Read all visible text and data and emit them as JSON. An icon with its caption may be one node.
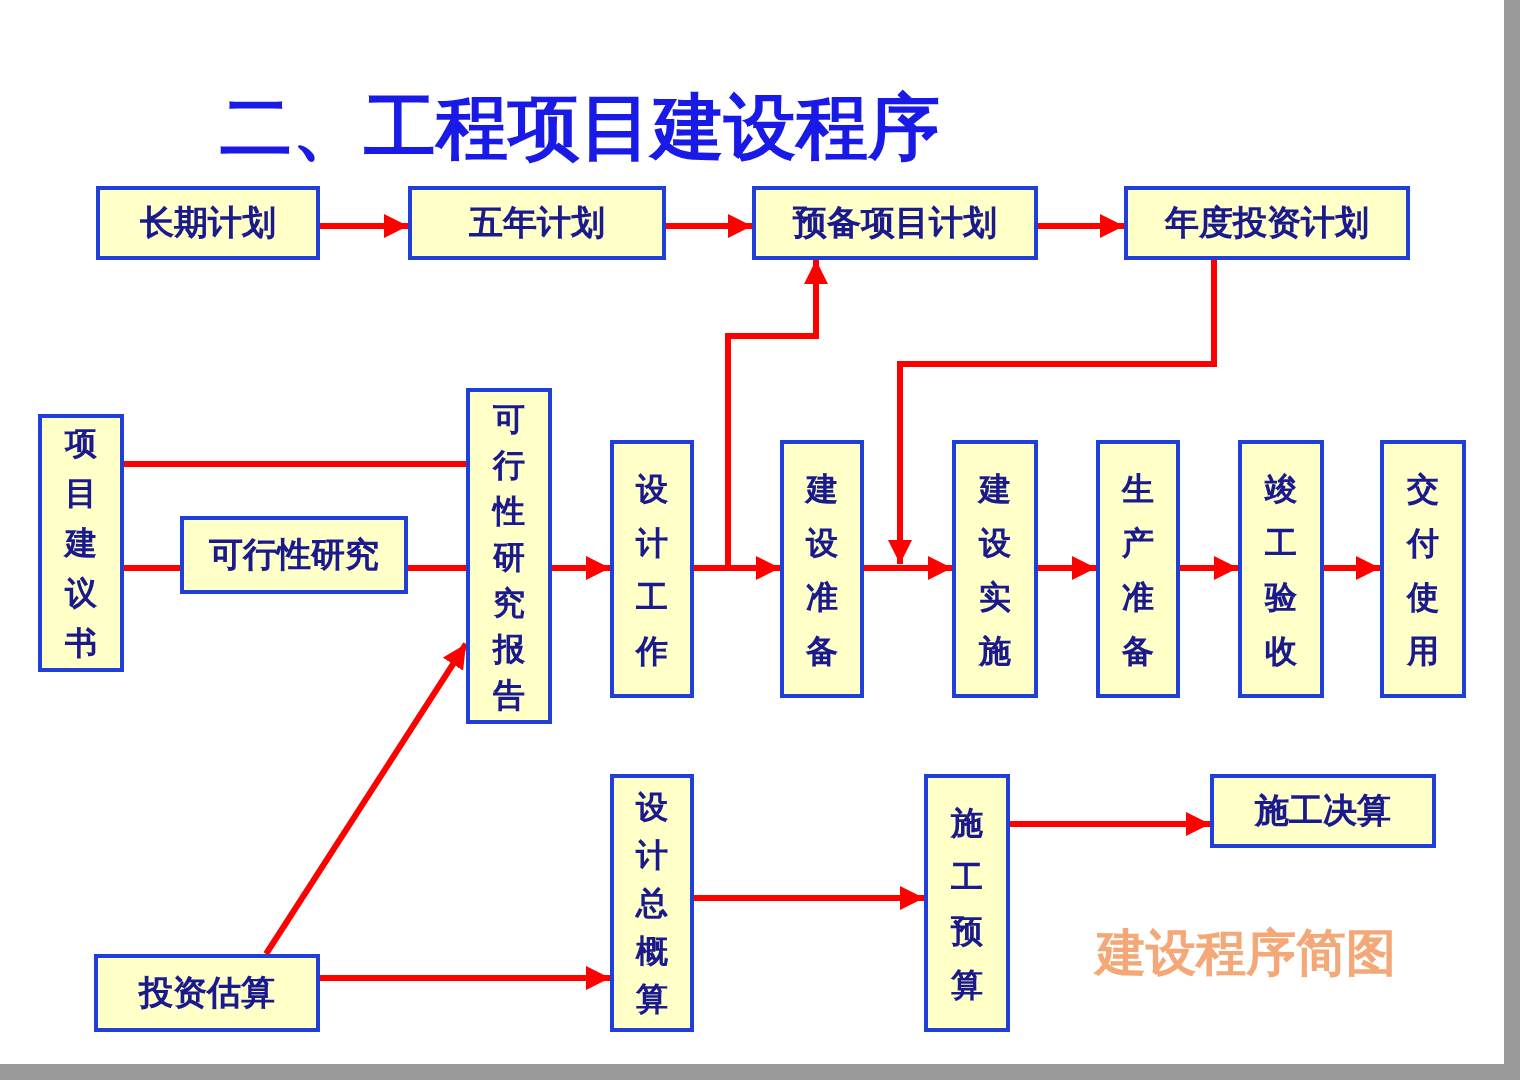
{
  "diagram": {
    "title": "二、工程项目建设程序",
    "nodes": [
      {
        "text": [
          "长期计划"
        ]
      },
      {
        "text": [
          "五年计划"
        ]
      },
      {
        "text": [
          "预备项目计划"
        ]
      },
      {
        "text": [
          "年度投资计划"
        ]
      },
      {
        "text": [
          "项目建议书"
        ]
      },
      {
        "text": [
          "可行性研究"
        ]
      },
      {
        "text": [
          "可行性研究报告"
        ]
      },
      {
        "text": [
          "设计工作"
        ]
      },
      {
        "text": [
          "建设准备"
        ]
      },
      {
        "text": [
          "建设实施"
        ]
      },
      {
        "text": [
          "生产准备"
        ]
      },
      {
        "text": [
          "竣工验收"
        ]
      },
      {
        "text": [
          "交付使用"
        ]
      },
      {
        "text": [
          "投资估算"
        ]
      },
      {
        "text": [
          "设计总概算"
        ]
      },
      {
        "text": [
          "施工预算"
        ]
      },
      {
        "text": [
          "施工决算"
        ]
      }
    ],
    "edges": [
      {
        "from": 0,
        "to": 1,
        "arrow": "to"
      },
      {
        "from": 1,
        "to": 2,
        "arrow": "to"
      },
      {
        "from": 2,
        "to": 3,
        "arrow": "to"
      },
      {
        "from": 4,
        "to": 6,
        "arrow": "none"
      },
      {
        "from": 4,
        "to": 5,
        "arrow": "none"
      },
      {
        "from": 5,
        "to": 6,
        "arrow": "none"
      },
      {
        "from": 6,
        "to": 7,
        "arrow": "to"
      },
      {
        "from": 7,
        "to": 8,
        "arrow": "to"
      },
      {
        "from": 7,
        "to": 2,
        "arrow": "to"
      },
      {
        "from": 3,
        "to": 9,
        "arrow": "to"
      },
      {
        "from": 8,
        "to": 9,
        "arrow": "to"
      },
      {
        "from": 9,
        "to": 10,
        "arrow": "to"
      },
      {
        "from": 10,
        "to": 11,
        "arrow": "to"
      },
      {
        "from": 11,
        "to": 12,
        "arrow": "to"
      },
      {
        "from": 13,
        "to": 6,
        "arrow": "to"
      },
      {
        "from": 13,
        "to": 14,
        "arrow": "to"
      },
      {
        "from": 14,
        "to": 15,
        "arrow": "to"
      },
      {
        "from": 15,
        "to": 16,
        "arrow": "to"
      }
    ],
    "labels": [
      "建设程序简图"
    ]
  }
}
